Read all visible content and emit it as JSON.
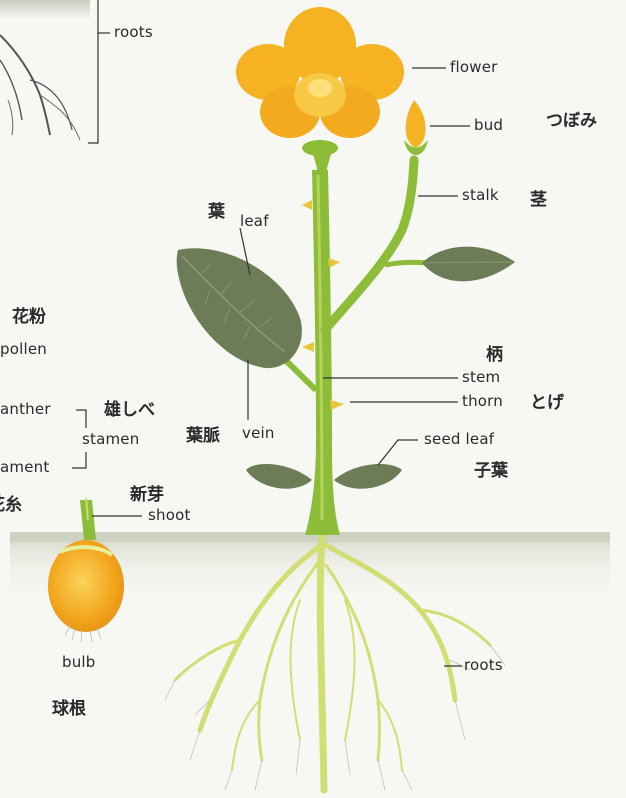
{
  "labels_en": {
    "roots_top": "roots",
    "flower": "flower",
    "bud": "bud",
    "stalk": "stalk",
    "leaf": "leaf",
    "stem": "stem",
    "thorn": "thorn",
    "seed_leaf": "seed leaf",
    "vein": "vein",
    "pollen": "pollen",
    "anther": "anther",
    "stamen": "stamen",
    "filament": "ament",
    "shoot": "shoot",
    "bulb": "bulb",
    "roots_bottom": "roots"
  },
  "labels_jp": {
    "bud": "つぼみ",
    "stalk": "茎",
    "leaf": "葉",
    "pollen": "花粉",
    "stamen": "雄しべ",
    "filament": "花糸",
    "vein": "葉脈",
    "stem": "柄",
    "thorn": "とげ",
    "seed_leaf": "子葉",
    "shoot": "新芽",
    "bulb": "球根"
  },
  "colors": {
    "petal": "#f5b324",
    "petal_light": "#fbcc4a",
    "stem": "#8fbd3a",
    "stem_light": "#b4d35a",
    "leaf": "#6f7f58",
    "root": "#d4df7a",
    "soil": "#d8dcd0"
  }
}
